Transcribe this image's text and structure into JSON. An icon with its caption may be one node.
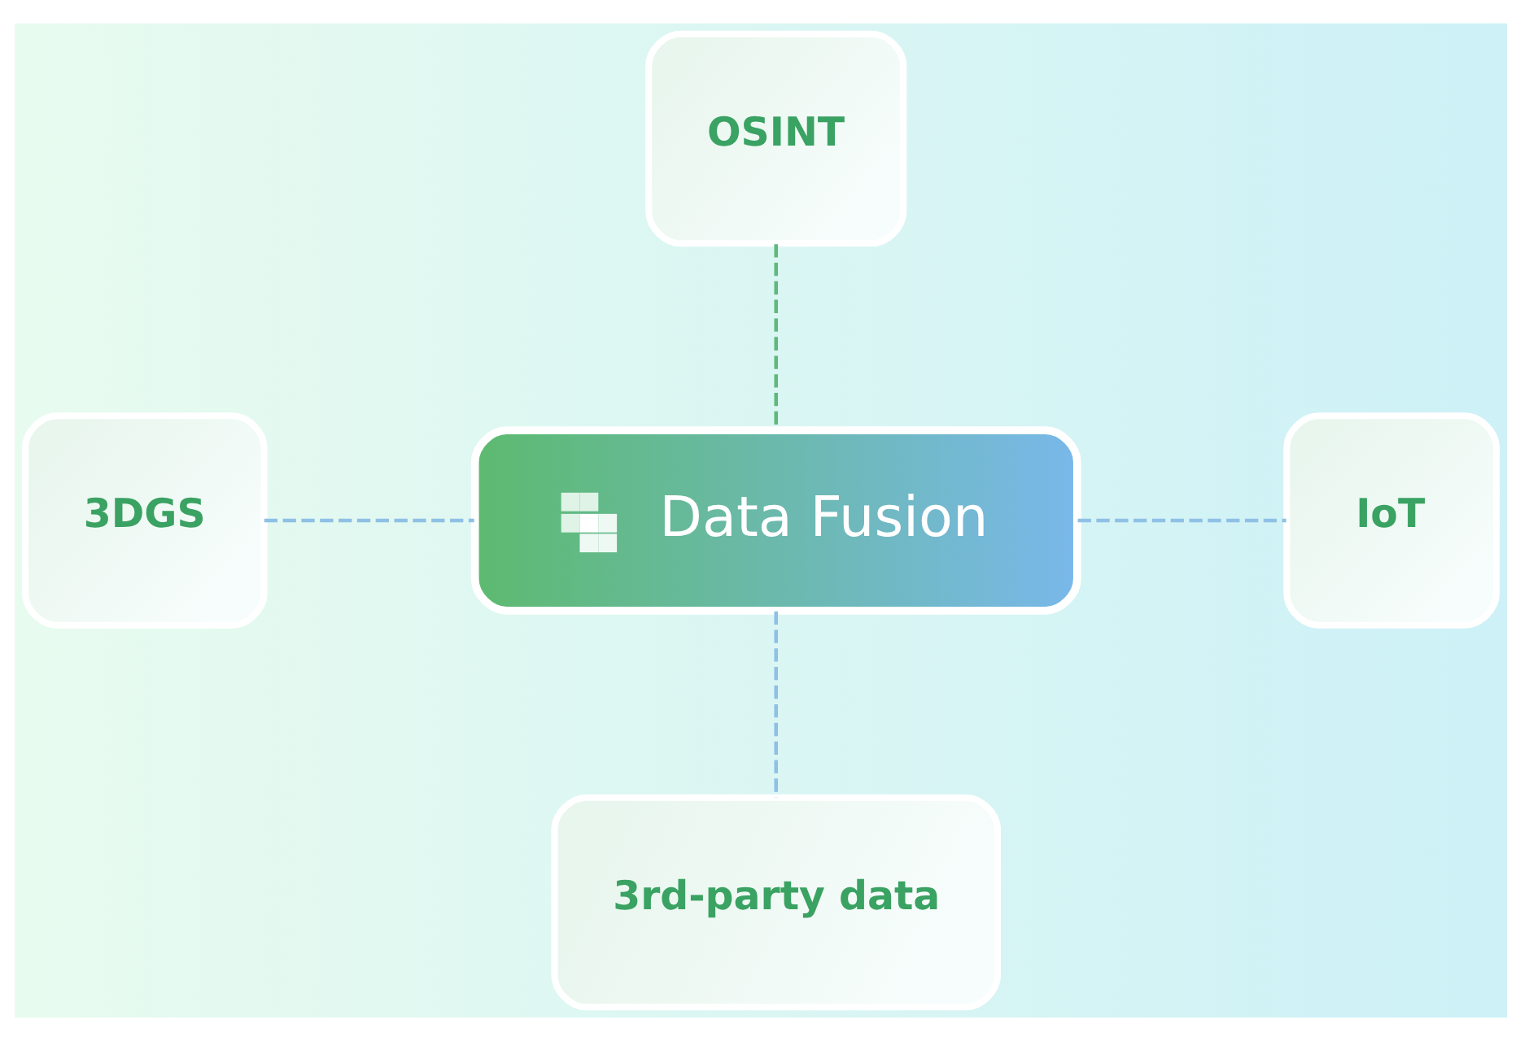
{
  "diagram": {
    "nodes": [
      {
        "text": [
          "OSINT"
        ]
      },
      {
        "text": [
          "3DGS"
        ]
      },
      {
        "text": [
          "Data Fusion"
        ]
      },
      {
        "text": [
          "IoT"
        ]
      },
      {
        "text": [
          "3rd-party data"
        ]
      }
    ],
    "edges": [
      {
        "from": 0,
        "to": 2,
        "arrow": "none",
        "style": "dashed",
        "color": "#5fb97c"
      },
      {
        "from": 1,
        "to": 2,
        "arrow": "none",
        "style": "dashed"
      },
      {
        "from": 2,
        "to": 3,
        "arrow": "none",
        "style": "dashed"
      },
      {
        "from": 2,
        "to": 4,
        "arrow": "none",
        "style": "dashed"
      }
    ]
  }
}
